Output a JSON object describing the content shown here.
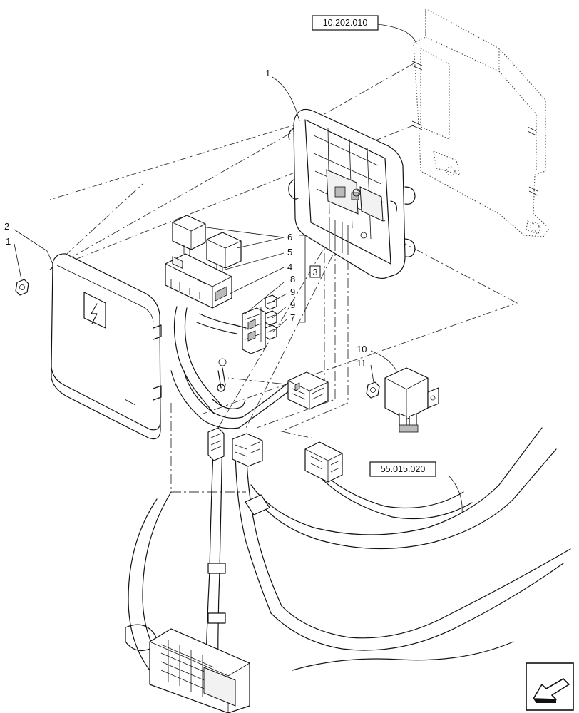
{
  "references": [
    {
      "id": "ref-top",
      "text": "10.202.010"
    },
    {
      "id": "ref-harness",
      "text": "55.015.020"
    }
  ],
  "callouts": {
    "c1_top": "1",
    "c1_left": "1",
    "c2": "2",
    "c3": "3",
    "c4": "4",
    "c5": "5",
    "c6": "6",
    "c7": "7",
    "c8": "8",
    "c9a": "9",
    "c9b": "9",
    "c10": "10",
    "c11": "11"
  },
  "icons": {
    "cover_symbol": "lightning-bolt-icon",
    "nav_arrow": "previous-page-arrow-icon"
  }
}
